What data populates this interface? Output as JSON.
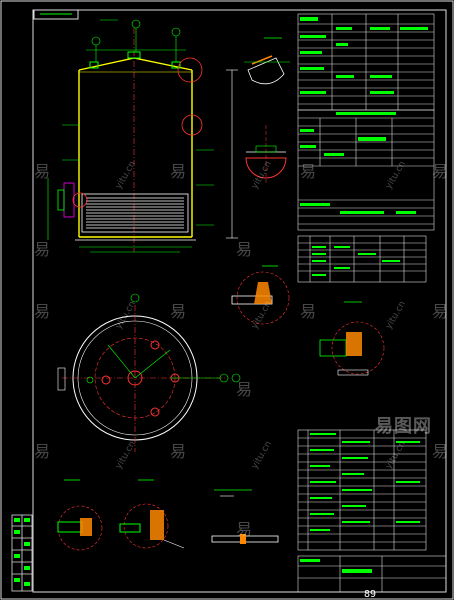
{
  "watermark": {
    "char": "易",
    "site": "yitu.cn",
    "brand": "易图网"
  },
  "page_number": "89"
}
